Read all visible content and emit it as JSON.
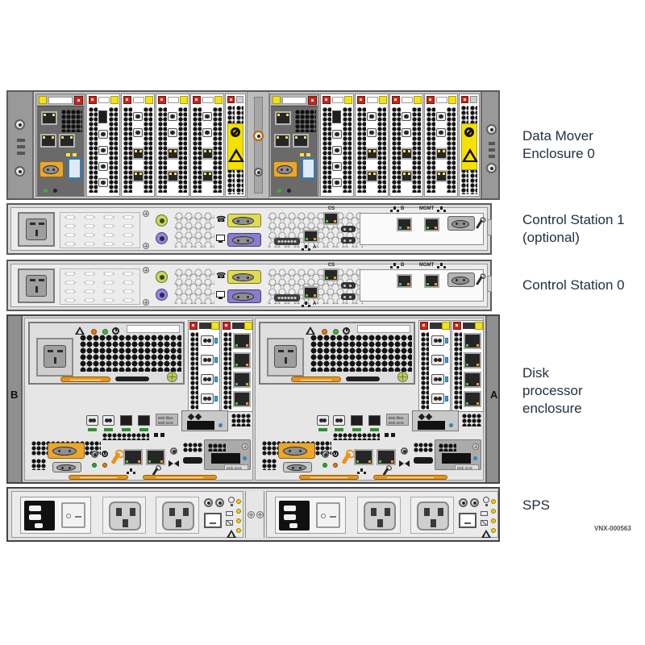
{
  "figure": {
    "code": "VNX-000563",
    "labels": {
      "dme_line1": "Data Mover",
      "dme_line2": "Enclosure 0",
      "cs1_line1": "Control Station 1",
      "cs1_line2": "(optional)",
      "cs0": "Control Station 0",
      "dpe_line1": "Disk",
      "dpe_line2": "processor",
      "dpe_line3": "enclosure",
      "sps": "SPS"
    }
  },
  "control_station": {
    "port_labels": {
      "cs": "CS",
      "b": "B",
      "mgmt": "MGMT",
      "a": "A"
    }
  },
  "dpe": {
    "side_label_left": "B",
    "side_label_right": "A",
    "io_tag_line1": "8Gb fibre",
    "io_tag_line2": "6Gb SAS",
    "sas_module_tag": "6Gb SAS"
  },
  "icons": {
    "phone": "☎"
  },
  "colors": {
    "chassis_gray": "#d6d6d6",
    "bracket_gray": "#8f8f8f",
    "warning_yellow": "#f6e000",
    "accent_orange": "#e8951d",
    "serial_yellow": "#eca62c",
    "label_text": "#22303e"
  }
}
